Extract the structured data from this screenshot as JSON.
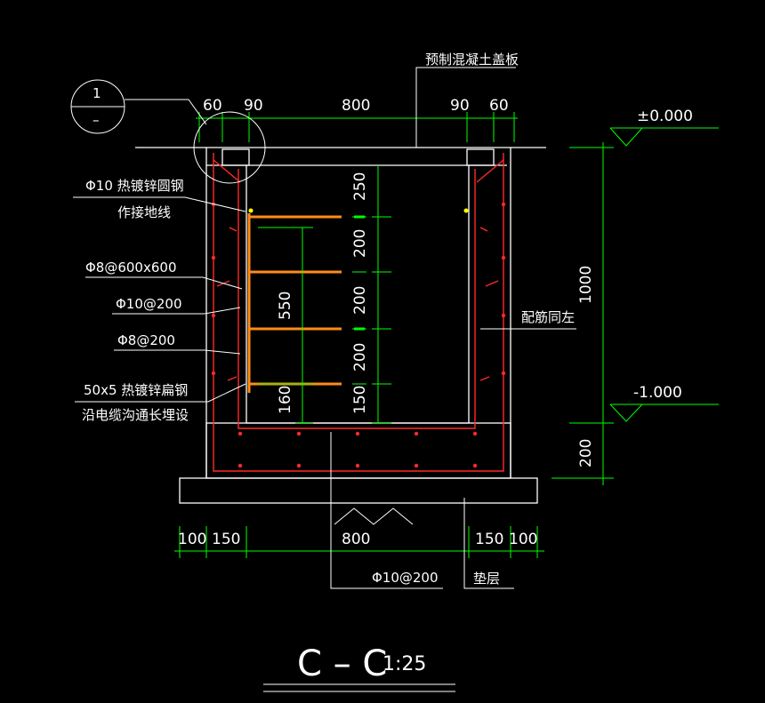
{
  "colors": {
    "background": "#000000",
    "outline": "#ffffff",
    "dimension": "#00ff00",
    "rebar": "#ff2a2a",
    "bracket": "#ff8c1a",
    "marker": "#ffff00"
  },
  "labels": {
    "cover_plate": "预制混凝土盖板",
    "ground_elev": "±0.000",
    "bottom_elev": "-1.000",
    "round_steel": "Φ10 热镀锌圆钢",
    "ground_wire": "作接地线",
    "mesh": "Φ8@600x600",
    "rebar_a": "Φ10@200",
    "rebar_b": "Φ8@200",
    "flat_steel": "50x5 热镀锌扁钢",
    "along_trench": "沿电缆沟通长埋设",
    "same_left": "配筋同左",
    "bottom_rebar": "Φ10@200",
    "cushion": "垫层",
    "detail_top": "1",
    "detail_bottom": "–",
    "section_title": "C – C",
    "section_scale": "1:25"
  },
  "dims": {
    "top": [
      "60",
      "90",
      "800",
      "90",
      "60"
    ],
    "bottom": [
      "100",
      "150",
      "800",
      "150",
      "100"
    ],
    "inner_vertical": [
      "250",
      "200",
      "200",
      "200",
      "150"
    ],
    "bracket_span": "550",
    "bracket_bottom": "160",
    "depth": "1000",
    "floor": "200"
  }
}
